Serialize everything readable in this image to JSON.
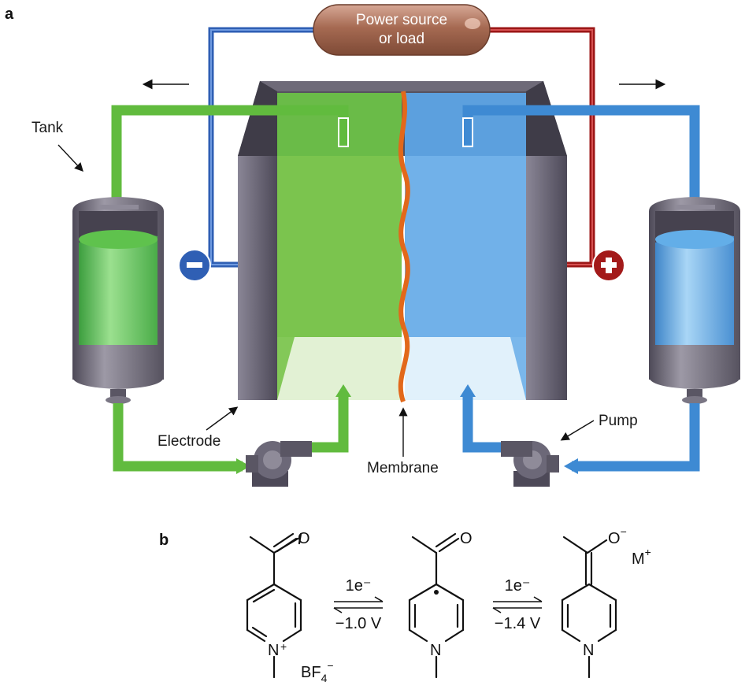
{
  "panel_a": {
    "letter": "a",
    "power_source": {
      "line1": "Power source",
      "line2": "or load"
    },
    "labels": {
      "tank": "Tank",
      "electrode": "Electrode",
      "membrane": "Membrane",
      "pump": "Pump"
    },
    "terminals": {
      "negative": "minus-icon",
      "positive": "plus-icon"
    },
    "colors": {
      "anolyte": "#6cc04a",
      "catholyte": "#4a8fd6",
      "negative_wire": "#3a6bc0",
      "positive_wire": "#b01c1c",
      "membrane": "#e2681a",
      "cell_frame": "#5e5a6a",
      "power_source": "#a9705a"
    }
  },
  "panel_b": {
    "letter": "b",
    "step1": {
      "top": "1e⁻",
      "bottom": "−1.0 V"
    },
    "step2": {
      "top": "1e⁻",
      "bottom": "−1.4 V"
    },
    "molecule1": {
      "nitrogen": "N",
      "charge": "+",
      "counterion": "BF",
      "counterion_sub": "4",
      "counterion_sup": "−",
      "oxygen": "O"
    },
    "molecule2": {
      "nitrogen": "N",
      "oxygen": "O"
    },
    "molecule3": {
      "nitrogen": "N",
      "oxygen": "O",
      "oxygen_charge": "−",
      "cation": "M",
      "cation_charge": "+"
    }
  }
}
